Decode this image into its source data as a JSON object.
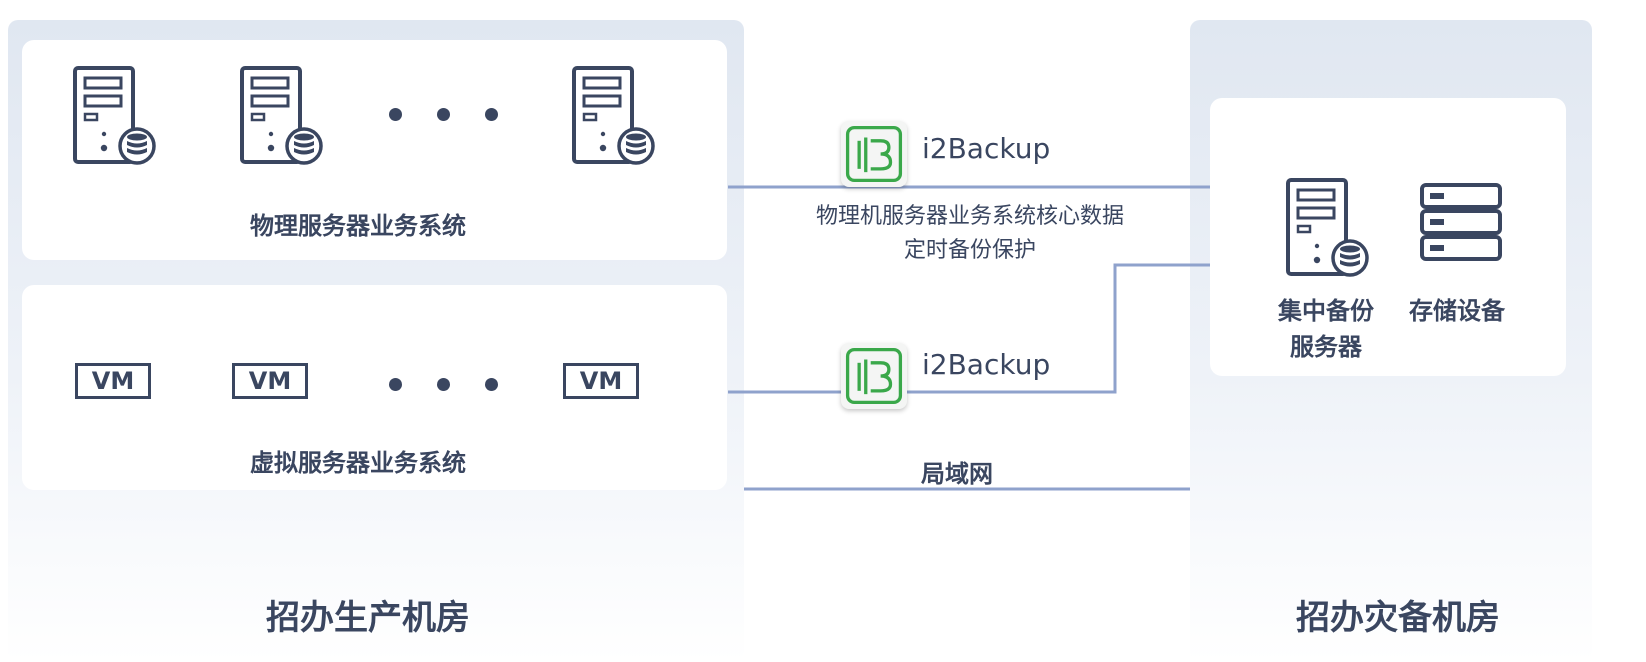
{
  "rooms": {
    "production_title": "招办生产机房",
    "backup_title": "招办灾备机房"
  },
  "physical": {
    "label": "物理服务器业务系统"
  },
  "virtual": {
    "label": "虚拟服务器业务系统",
    "vm_label": "VM"
  },
  "links": {
    "product_top": "i2Backup",
    "product_bottom": "i2Backup",
    "caption_line1": "物理机服务器业务系统核心数据",
    "caption_line2": "定时备份保护",
    "lan_label": "局域网"
  },
  "target": {
    "backup_server_line1": "集中备份",
    "backup_server_line2": "服务器",
    "storage_label": "存储设备"
  },
  "colors": {
    "text": "#3a4660",
    "line": "#8fa2cc",
    "logo_green": "#3aa84a"
  },
  "icons": [
    "server-database-icon",
    "vm-icon",
    "ellipsis-icon",
    "i2backup-logo-icon",
    "storage-rack-icon",
    "arrow-icon"
  ]
}
